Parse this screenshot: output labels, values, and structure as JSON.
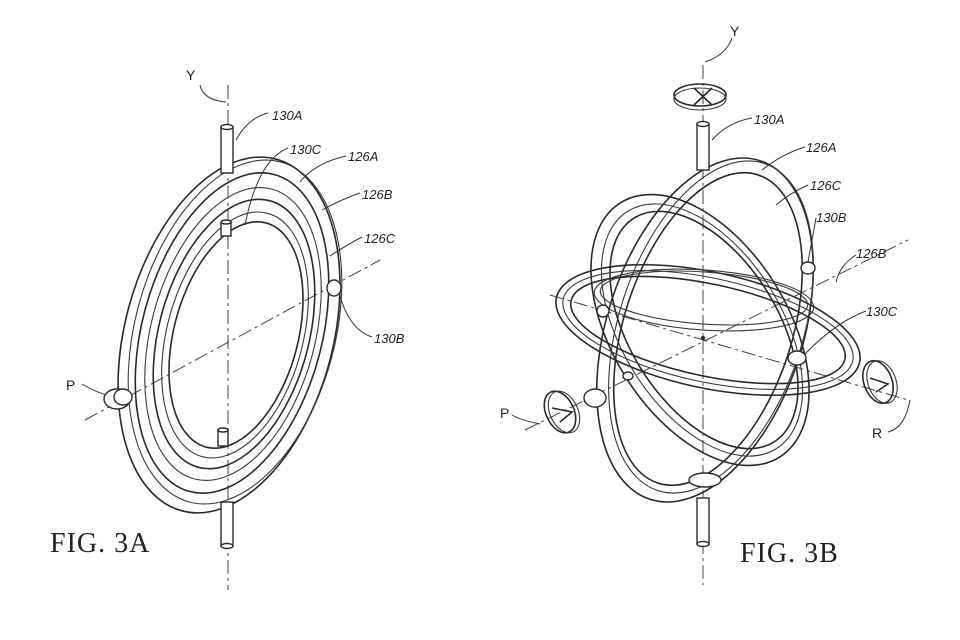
{
  "figures": [
    {
      "id": "fig-3a",
      "title": "FIG. 3A",
      "axes": {
        "y": "Y",
        "p": "P"
      },
      "refs": {
        "r130A": "130A",
        "r130C": "130C",
        "r126A": "126A",
        "r126B": "126B",
        "r126C": "126C",
        "r130B": "130B"
      }
    },
    {
      "id": "fig-3b",
      "title": "FIG. 3B",
      "axes": {
        "y": "Y",
        "p": "P",
        "r": "R"
      },
      "refs": {
        "r130A": "130A",
        "r126A": "126A",
        "r126C": "126C",
        "r130B": "130B",
        "r126B": "126B",
        "r130C": "130C"
      }
    }
  ]
}
